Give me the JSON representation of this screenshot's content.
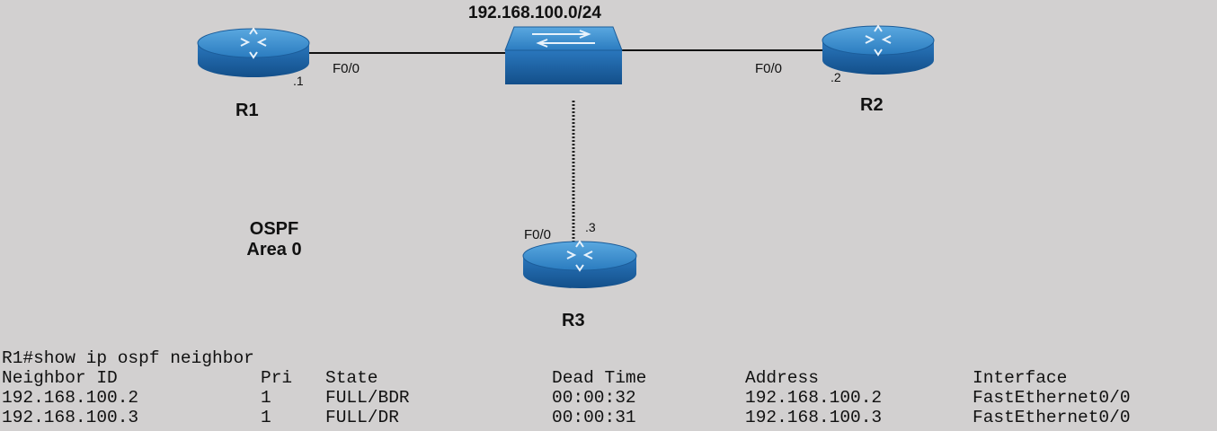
{
  "network": {
    "subnet_label": "192.168.100.0/24"
  },
  "routers": [
    {
      "name": "R1",
      "interface": "F0/0",
      "host_octet": ".1"
    },
    {
      "name": "R2",
      "interface": "F0/0",
      "host_octet": ".2"
    },
    {
      "name": "R3",
      "interface": "F0/0",
      "host_octet": ".3"
    }
  ],
  "area": {
    "line1": "OSPF",
    "line2": "Area 0"
  },
  "cli": {
    "command": "R1#show ip ospf neighbor",
    "headers": [
      "Neighbor ID",
      "Pri",
      "State",
      "Dead Time",
      "Address",
      "Interface"
    ],
    "rows": [
      [
        "192.168.100.2",
        "1",
        "FULL/BDR",
        "00:00:32",
        "192.168.100.2",
        "FastEthernet0/0"
      ],
      [
        "192.168.100.3",
        "1",
        "FULL/DR",
        "00:00:31",
        "192.168.100.3",
        "FastEthernet0/0"
      ]
    ]
  },
  "colors": {
    "device": "#1f6fb2",
    "device_top": "#4a9ad6",
    "background": "#d2d0d0"
  }
}
